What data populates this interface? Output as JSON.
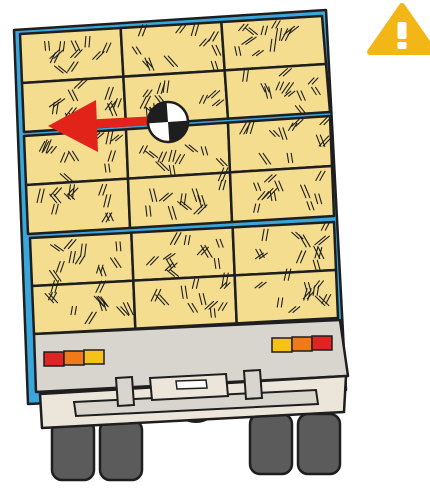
{
  "illustration": {
    "subject": "truck-rear-with-hay-bales",
    "icons": [
      "warning-icon",
      "center-of-gravity-icon",
      "direction-arrow-icon"
    ]
  },
  "colors": {
    "frame_blue": "#3aa7dc",
    "hay": "#f4dd8e",
    "hay_stroke": "#1e1e1e",
    "arrow_red": "#e2231a",
    "warning_yellow": "#f2b616",
    "bumper": "#d8d5cf",
    "light_red": "#e02424",
    "light_orange": "#f07a1a",
    "light_amber": "#f6c21a",
    "tire": "#5b5b5b"
  },
  "bale_grid": {
    "sections": 3,
    "rows_per_section": 2,
    "columns": 3
  }
}
